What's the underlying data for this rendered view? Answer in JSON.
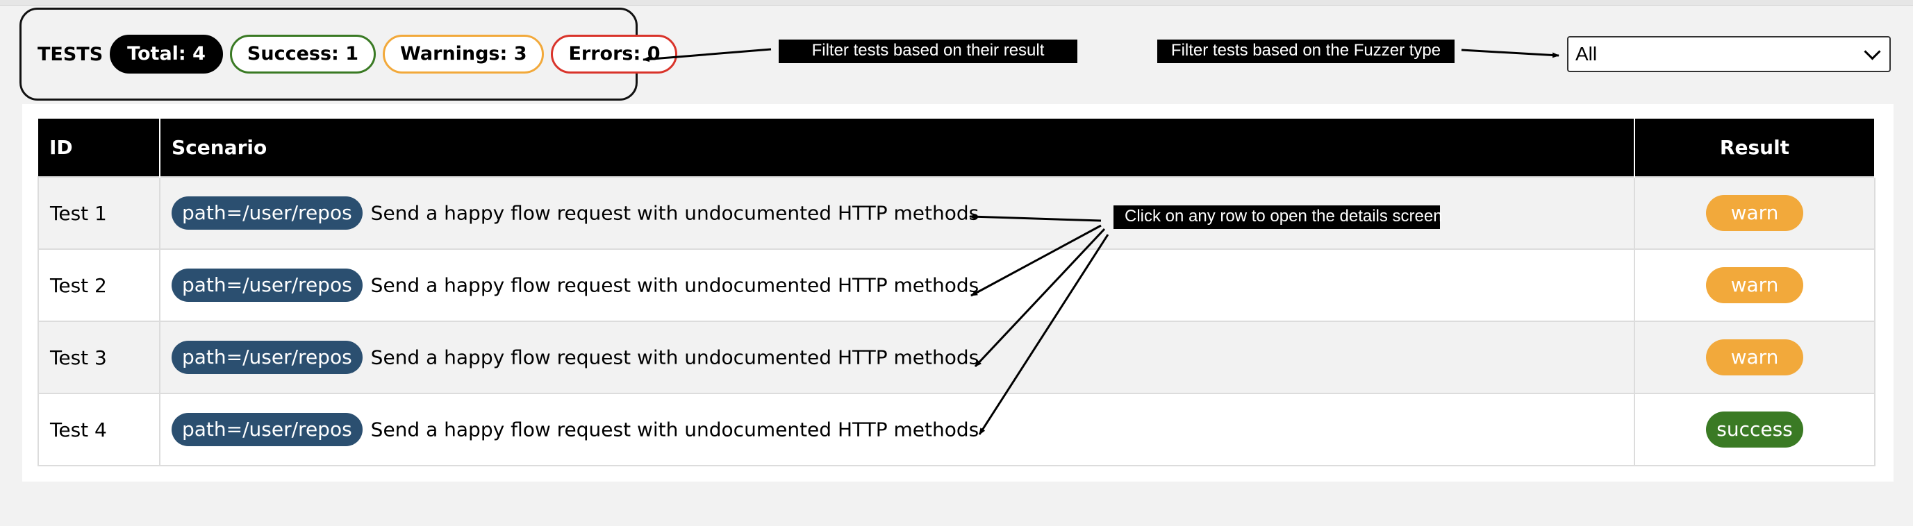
{
  "filters": {
    "label": "TESTS",
    "total": "Total: 4",
    "success": "Success: 1",
    "warnings": "Warnings: 3",
    "errors": "Errors: 0"
  },
  "annotations": {
    "result_filter": "Filter tests based on their result",
    "fuzzer_filter": "Filter tests based on the Fuzzer type",
    "row_click": "Click on any row to open the details screen"
  },
  "fuzzer_select": {
    "selected": "All"
  },
  "table": {
    "headers": {
      "id": "ID",
      "scenario": "Scenario",
      "result": "Result"
    },
    "rows": [
      {
        "id": "Test 1",
        "path": "path=/user/repos",
        "scenario": "Send a happy flow request with undocumented HTTP methods",
        "result": "warn"
      },
      {
        "id": "Test 2",
        "path": "path=/user/repos",
        "scenario": "Send a happy flow request with undocumented HTTP methods",
        "result": "warn"
      },
      {
        "id": "Test 3",
        "path": "path=/user/repos",
        "scenario": "Send a happy flow request with undocumented HTTP methods",
        "result": "warn"
      },
      {
        "id": "Test 4",
        "path": "path=/user/repos",
        "scenario": "Send a happy flow request with undocumented HTTP methods",
        "result": "success"
      }
    ]
  },
  "colors": {
    "total": "#000000",
    "success": "#3a7a24",
    "warn": "#f2a93b",
    "error": "#d9342b",
    "path_badge": "#2b4f70"
  }
}
